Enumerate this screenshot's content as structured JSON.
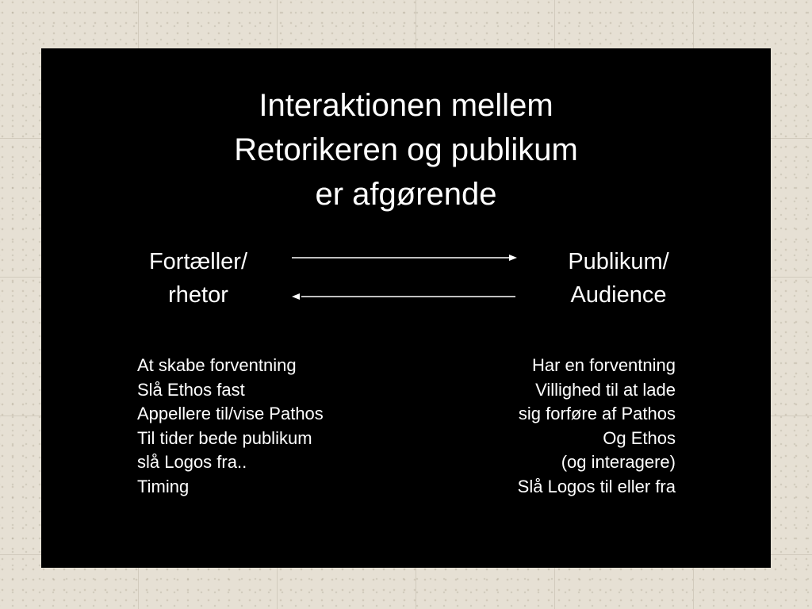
{
  "slide": {
    "title_lines": [
      "Interaktionen mellem",
      "Retorikeren og publikum",
      "er afgørende"
    ],
    "left_node": [
      "Fortæller/",
      "rhetor"
    ],
    "right_node": [
      "Publikum/",
      "Audience"
    ],
    "left_list": [
      "At skabe forventning",
      "Slå Ethos fast",
      "Appellere til/vise Pathos",
      "Til tider bede publikum",
      "slå Logos fra..",
      "Timing"
    ],
    "right_list": [
      "Har en forventning",
      "Villighed til at lade",
      "sig forføre af Pathos",
      "Og  Ethos",
      "(og interagere)",
      "Slå Logos til eller fra"
    ]
  },
  "colors": {
    "slide_background": "#000000",
    "text": "#ffffff",
    "page_background": "#e6e0d4"
  }
}
